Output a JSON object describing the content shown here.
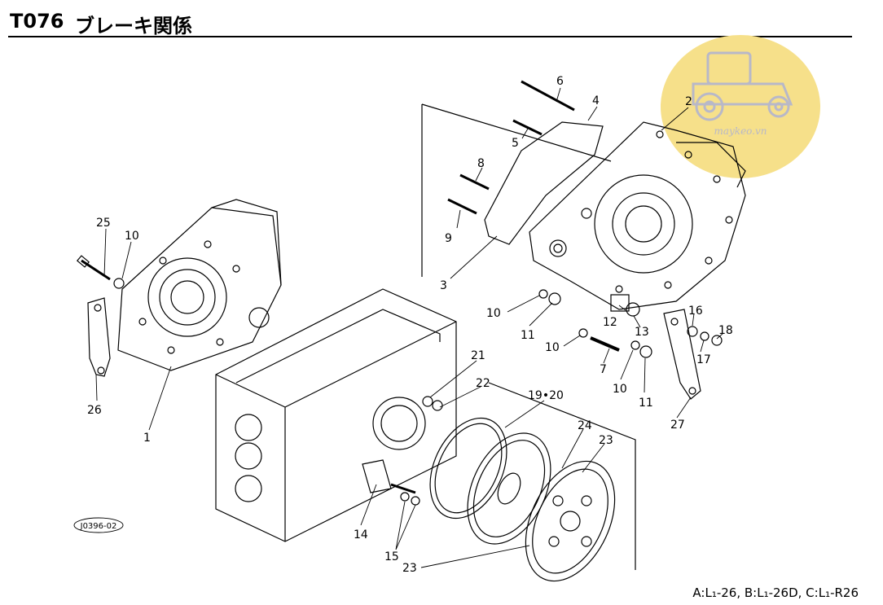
{
  "header": {
    "code": "T076",
    "title": "ブレーキ関係"
  },
  "drawing_ref": "J0396-02",
  "footer": {
    "model_note": "A:L₁-26,  B:L₁-26D,  C:L₁-R26"
  },
  "watermark": {
    "text": "maykeo.vn",
    "color": "#f6e08a"
  },
  "callouts": {
    "c1": "1",
    "c2": "2",
    "c3": "3",
    "c4": "4",
    "c5": "5",
    "c6": "6",
    "c7": "7",
    "c8": "8",
    "c9": "9",
    "c10a": "10",
    "c10b": "10",
    "c10c": "10",
    "c10d": "10",
    "c11a": "11",
    "c11b": "11",
    "c12": "12",
    "c13": "13",
    "c14": "14",
    "c15": "15",
    "c16": "16",
    "c17": "17",
    "c18": "18",
    "c1920": "19•20",
    "c21": "21",
    "c22": "22",
    "c23a": "23",
    "c23b": "23",
    "c24": "24",
    "c25": "25",
    "c26": "26",
    "c27": "27"
  }
}
